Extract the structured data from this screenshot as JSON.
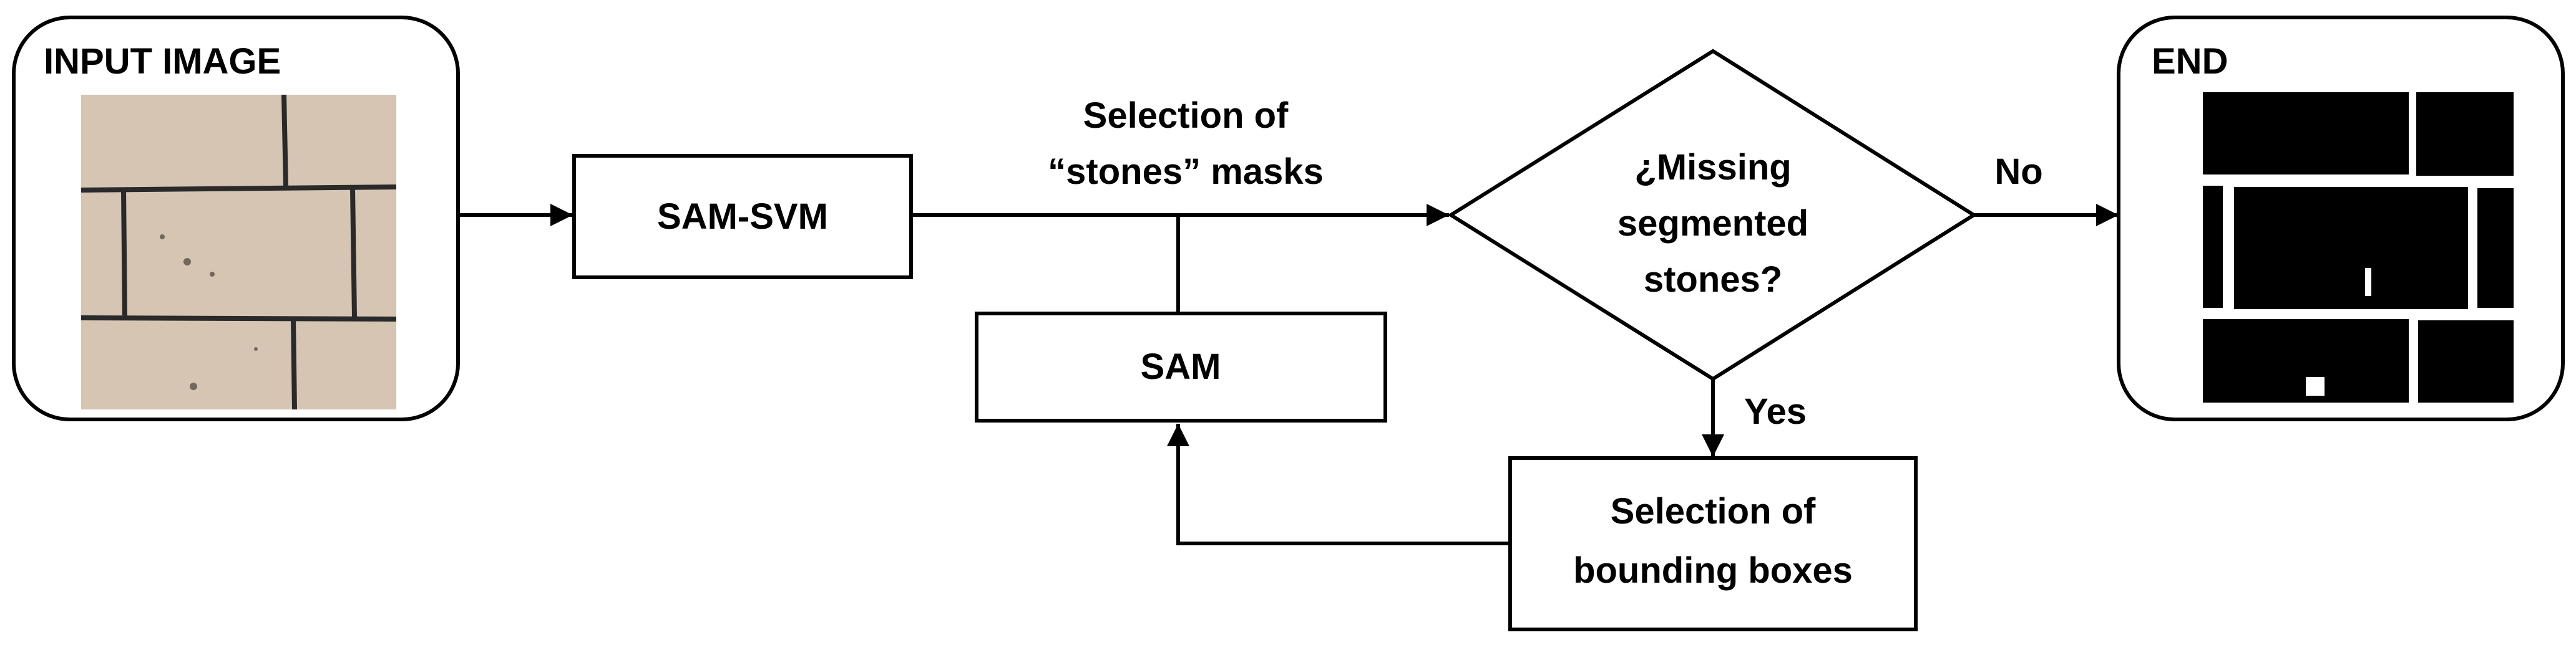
{
  "input_node": {
    "label": "INPUT IMAGE"
  },
  "end_node": {
    "label": "END"
  },
  "sam_svm_node": {
    "label": "SAM-SVM"
  },
  "sam_node": {
    "label": "SAM"
  },
  "mask_selection_label": {
    "line1": "Selection of",
    "line2": "“stones” masks"
  },
  "decision_node": {
    "line1": "¿Missing",
    "line2": "segmented",
    "line3": "stones?"
  },
  "bbox_node": {
    "line1": "Selection of",
    "line2": "bounding boxes"
  },
  "edge_no": {
    "label": "No"
  },
  "edge_yes": {
    "label": "Yes"
  },
  "colors": {
    "stroke": "#000000",
    "stone": "#d8c8b8",
    "mortar": "#2a2a2a",
    "mask": "#000000"
  }
}
